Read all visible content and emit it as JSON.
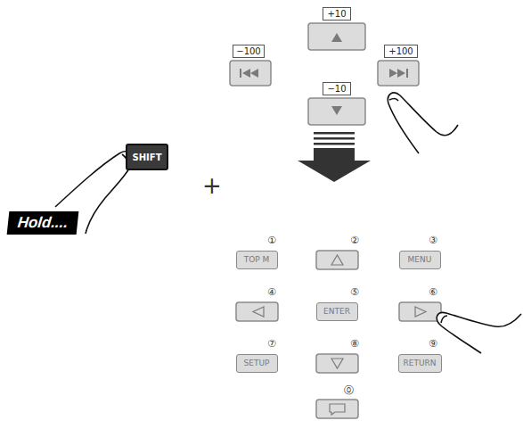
{
  "diagram": {
    "nodes": [
      {
        "text": [
          "+10"
        ]
      },
      {
        "text": [
          "−100"
        ]
      },
      {
        "text": [
          "+100"
        ]
      },
      {
        "text": [
          "−10"
        ]
      },
      {
        "text": [
          "SHIFT"
        ]
      },
      {
        "text": [
          "Hold...."
        ]
      },
      {
        "text": [
          "TOP M"
        ]
      },
      {
        "text": [
          "MENU"
        ]
      },
      {
        "text": [
          "ENTER"
        ]
      },
      {
        "text": [
          "SETUP"
        ]
      },
      {
        "text": [
          "RETURN"
        ]
      }
    ],
    "labels": [
      "+",
      "①",
      "②",
      "③",
      "④",
      "⑤",
      "⑥",
      "⑦",
      "⑧",
      "⑨",
      "⓪"
    ]
  }
}
